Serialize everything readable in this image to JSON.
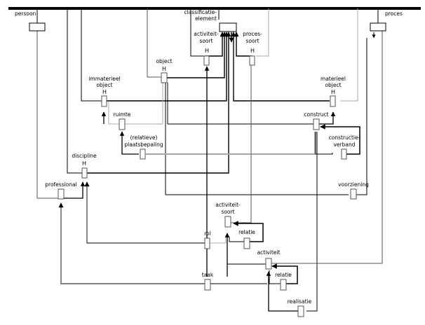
{
  "title": "",
  "diagram_type": "entity-relationship data model",
  "colors": {
    "line_dark": "#000000",
    "line_mid": "#555555",
    "line_light": "#a8a8a8",
    "box_fill": "#ffffff",
    "background": "#ffffff"
  },
  "hierarchy_marker": "H",
  "entities": [
    {
      "id": "persoon",
      "lines": [
        "persoon"
      ],
      "hierarchy": false,
      "kind": "top"
    },
    {
      "id": "classificatie-element",
      "lines": [
        "classificatie-",
        "element"
      ],
      "hierarchy": false,
      "kind": "top"
    },
    {
      "id": "proces",
      "lines": [
        "proces"
      ],
      "hierarchy": false,
      "kind": "top"
    },
    {
      "id": "activiteit-soort-top",
      "lines": [
        "activiteit-",
        "soort"
      ],
      "hierarchy": true
    },
    {
      "id": "proces-soort",
      "lines": [
        "proces-",
        "soort"
      ],
      "hierarchy": true
    },
    {
      "id": "object",
      "lines": [
        "object"
      ],
      "hierarchy": true
    },
    {
      "id": "immaterieel-object",
      "lines": [
        "immaterieel",
        "object"
      ],
      "hierarchy": true
    },
    {
      "id": "materieel-object",
      "lines": [
        "materieel",
        "object"
      ],
      "hierarchy": true
    },
    {
      "id": "ruimte",
      "lines": [
        "ruimte"
      ],
      "hierarchy": false
    },
    {
      "id": "construct",
      "lines": [
        "construct"
      ],
      "hierarchy": false
    },
    {
      "id": "relatieve-plaatsbepaling",
      "lines": [
        "(relatieve)",
        "plaatsbepaling"
      ],
      "hierarchy": false
    },
    {
      "id": "constructieverband",
      "lines": [
        "constructie-",
        "verband"
      ],
      "hierarchy": false
    },
    {
      "id": "discipline",
      "lines": [
        "discipline"
      ],
      "hierarchy": true
    },
    {
      "id": "professional",
      "lines": [
        "professional"
      ],
      "hierarchy": false
    },
    {
      "id": "voorziening",
      "lines": [
        "voorziening"
      ],
      "hierarchy": false
    },
    {
      "id": "activiteit-soort",
      "lines": [
        "activiteit-",
        "soort"
      ],
      "hierarchy": false
    },
    {
      "id": "rol",
      "lines": [
        "rol"
      ],
      "hierarchy": false
    },
    {
      "id": "relatie-1",
      "lines": [
        "relatie"
      ],
      "hierarchy": false
    },
    {
      "id": "activiteit",
      "lines": [
        "activiteit"
      ],
      "hierarchy": false
    },
    {
      "id": "taak",
      "lines": [
        "taak"
      ],
      "hierarchy": false
    },
    {
      "id": "relatie-2",
      "lines": [
        "relatie"
      ],
      "hierarchy": false
    },
    {
      "id": "realisatie",
      "lines": [
        "realisatie"
      ],
      "hierarchy": false
    }
  ]
}
